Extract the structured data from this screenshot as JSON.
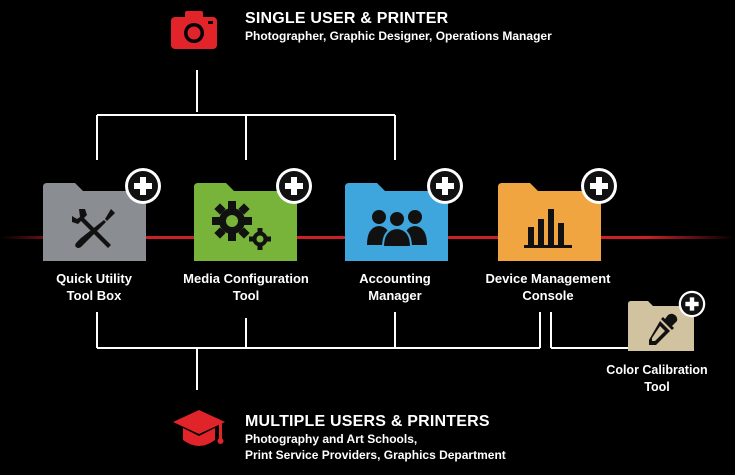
{
  "top": {
    "title": "SINGLE USER & PRINTER",
    "subtitle": "Photographer, Graphic Designer, Operations Manager",
    "icon": "camera-icon"
  },
  "bottom": {
    "title": "MULTIPLE USERS & PRINTERS",
    "line1": "Photography and Art Schools,",
    "line2": "Print Service Providers, Graphics Department",
    "icon": "graduation-cap-icon"
  },
  "tools": [
    {
      "line1": "Quick Utility",
      "line2": "Tool Box",
      "color": "#8a8d91",
      "icon": "tools-icon"
    },
    {
      "line1": "Media Configuration",
      "line2": "Tool",
      "color": "#79b43a",
      "icon": "gears-icon"
    },
    {
      "line1": "Accounting",
      "line2": "Manager",
      "color": "#3ea6dc",
      "icon": "users-icon"
    },
    {
      "line1": "Device Management",
      "line2": "Console",
      "color": "#f0a540",
      "icon": "bar-chart-icon"
    },
    {
      "line1": "Color Calibration",
      "line2": "Tool",
      "color": "#d2c3a0",
      "icon": "eyedropper-icon"
    }
  ],
  "colors": {
    "accent_red": "#e0242a",
    "line": "#ffffff",
    "background": "#000000"
  }
}
